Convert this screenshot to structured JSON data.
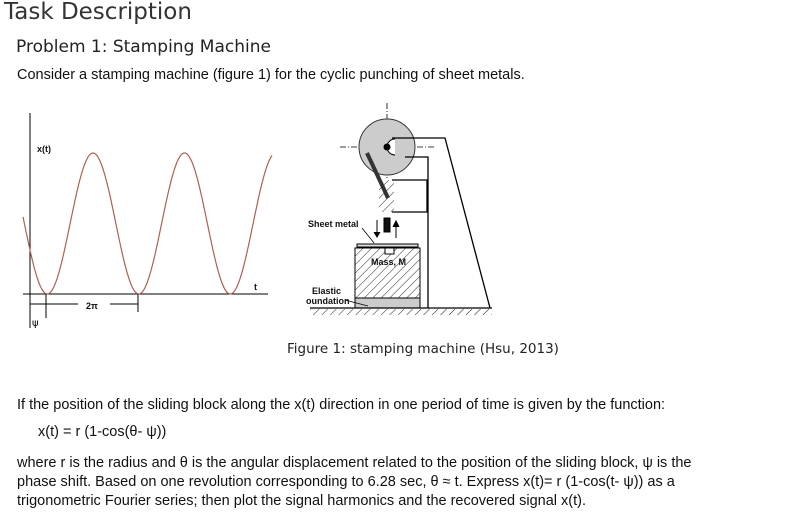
{
  "page_title": "Task Description",
  "problem_title": "Problem 1: Stamping Machine",
  "intro": "Consider a stamping machine (figure 1) for the cyclic punching of sheet metals.",
  "figure": {
    "graph": {
      "y_label": "x(t)",
      "x_label": "t",
      "period_label": "2π",
      "phase_label": "ψ"
    },
    "machine": {
      "sheet_metal": "Sheet metal",
      "mass": "Mass, M",
      "elastic_1": "Elastic",
      "elastic_2": "oundation"
    },
    "caption": "Figure 1: stamping machine (Hsu, 2013)",
    "curve_color": "#b0604f"
  },
  "paragraph1": "If the position of the sliding block along the x(t) direction in one period of time is given by the function:",
  "formula": "x(t) = r (1-cos(θ- ψ))",
  "paragraph2": [
    "where r is the radius and θ is the angular displacement related to the position of the sliding block, ψ is the",
    "phase shift. Based on one revolution corresponding to 6.28 sec, θ ≈ t.  Express x(t)= r (1-cos(t- ψ)) as a",
    "trigonometric Fourier series; then plot the signal harmonics and the recovered signal x(t)."
  ]
}
